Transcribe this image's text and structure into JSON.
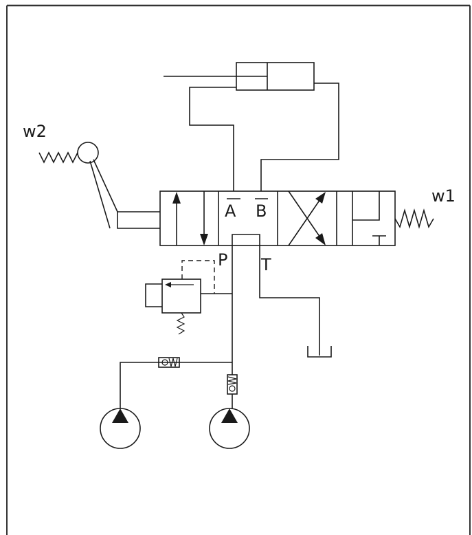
{
  "labels": {
    "spring_left": "w2",
    "spring_right": "w1",
    "port_a": "A",
    "port_b": "B",
    "port_p": "P",
    "port_t": "T"
  },
  "colors": {
    "line": "#1a1a1a",
    "background": "#ffffff",
    "frame": "#333333"
  }
}
